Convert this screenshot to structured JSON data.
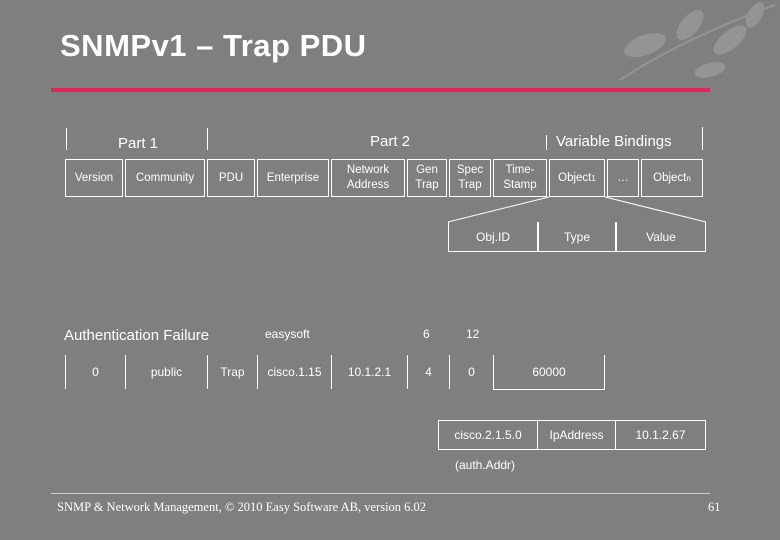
{
  "slide": {
    "title": "SNMPv1 – Trap PDU",
    "footer": "SNMP & Network Management, © 2010 Easy Software AB, version 6.02",
    "page_number": "61"
  },
  "header": {
    "part1": "Part 1",
    "part2": "Part 2",
    "varbinds": "Variable Bindings"
  },
  "fields": {
    "version": "Version",
    "community": "Community",
    "pdu": "PDU",
    "enterprise": "Enterprise",
    "network_address": "Network\nAddress",
    "gen_trap": "Gen\nTrap",
    "spec_trap": "Spec\nTrap",
    "timestamp": "Time-\nStamp",
    "object1": "Object",
    "object1_sub": "1",
    "ellipsis": "…",
    "objectn": "Object",
    "objectn_sub": "n"
  },
  "varbind_fields": {
    "obj_id": "Obj.ID",
    "type": "Type",
    "value": "Value"
  },
  "example": {
    "label": "Authentication Failure",
    "version": "0",
    "community": "public",
    "pdu": "Trap",
    "enterprise_name": "easysoft",
    "enterprise_oid": "cisco.1.15",
    "network_address": "10.1.2.1",
    "gen_trap_name": "6",
    "gen_trap": "4",
    "spec_trap_name": "12",
    "spec_trap": "0",
    "timestamp": "60000",
    "varbind_oid": "cisco.2.1.5.0",
    "varbind_type": "IpAddress",
    "varbind_value": "10.1.2.67",
    "varbind_note": "(auth.Addr)"
  }
}
